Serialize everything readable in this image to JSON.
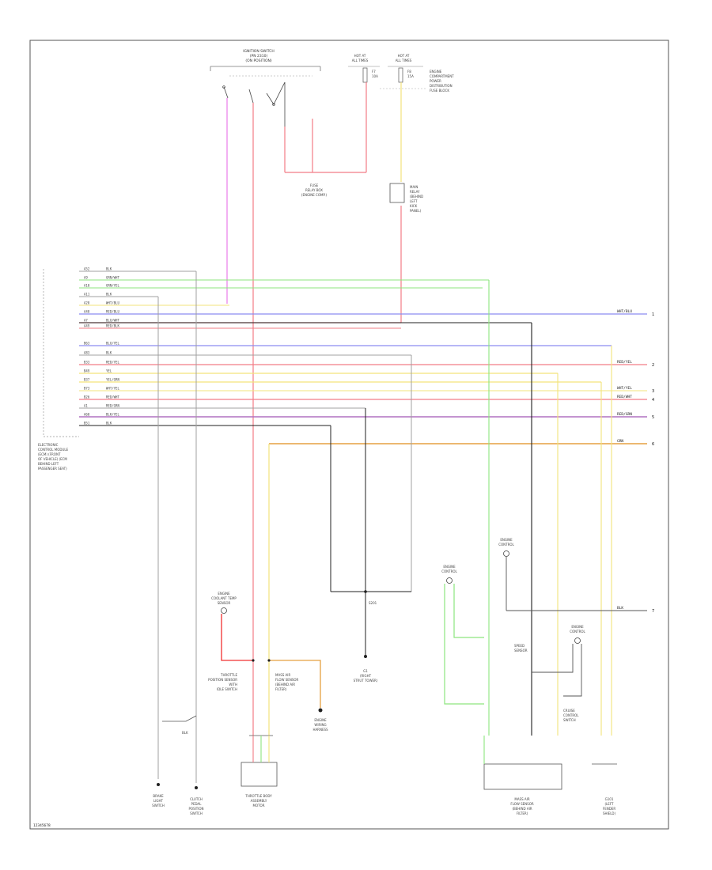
{
  "diagram_code": "12345678",
  "colors": {
    "blk": "#202020",
    "grn": "#8de57e",
    "red": "#f27c86",
    "blu": "#8c8cf0",
    "yel": "#f3e37b",
    "pnk": "#e87ce8",
    "org": "#e5a040",
    "vio": "#b070c0",
    "gry": "#a0a0a0"
  },
  "labels": {
    "ignition_switch": [
      "IGNITION SWITCH",
      "(PN 2310)",
      "(ON POSITION)"
    ],
    "ecu": [
      "ELECTRONIC",
      "CONTROL MODULE",
      "(ECM) (FRONT",
      "OF VEHICLE) (ECM",
      "BEHIND LEFT",
      "PASSENGER SEAT)"
    ],
    "fuse_block": [
      "FUSE",
      "RELAY BOX",
      "(ENGINE COMP.)"
    ],
    "fuse_top_left": [
      "HOT AT",
      "ALL TIMES",
      "F7",
      "10A"
    ],
    "fuse_top_right": [
      "HOT AT",
      "ALL TIMES",
      "F8",
      "15A"
    ],
    "fuse_note": [
      "ENGINE",
      "COMPARTMENT",
      "POWER",
      "DISTRIBUTION",
      "FUSE BLOCK"
    ],
    "relay": [
      "MAIN",
      "RELAY",
      "(BEHIND",
      "LEFT",
      "KICK",
      "PANEL)"
    ],
    "splice": "S201",
    "ground_g1": [
      "G1",
      "(RIGHT",
      "STRUT TOWER)"
    ],
    "ground_g2": [
      "G101",
      "(LEFT",
      "FENDER",
      "SHIELD)"
    ],
    "sensor_left": [
      "ENGINE",
      "COOLANT TEMP",
      "SENSOR"
    ],
    "sensor_center": [
      "ENGINE",
      "WIRING",
      "HARNESS"
    ],
    "sensor_right_a": [
      "ENGINE",
      "CONTROL"
    ],
    "sensor_right_b": [
      "ENGINE",
      "CONTROL"
    ],
    "sensor_right_c": [
      "ENGINE",
      "CONTROL"
    ],
    "throttle": [
      "THROTTLE",
      "POSITION SENSOR",
      "WITH",
      "IDLE SWITCH"
    ],
    "throttle_body": [
      "THROTTLE BODY",
      "ASSEMBLY",
      "MOTOR"
    ],
    "mass_air": [
      "MASS AIR",
      "FLOW SENSOR",
      "(BEHIND AIR",
      "FILTER)"
    ],
    "brake_light": [
      "BRAKE",
      "LIGHT",
      "SWITCH"
    ],
    "clutch": [
      "CLUTCH",
      "PEDAL",
      "POSITION",
      "SWITCH"
    ],
    "speed_sensor": [
      "SPEED",
      "SENSOR"
    ],
    "cruise": [
      "CRUISE",
      "CONTROL",
      "SWITCH"
    ]
  },
  "ecu_pins": [
    "A52",
    "A9",
    "A10",
    "A11",
    "A28",
    "A48",
    "A7",
    "A49",
    "B63",
    "A83",
    "B33",
    "B49",
    "B37",
    "B73",
    "B26",
    "A1",
    "A60",
    "B51"
  ],
  "wire_codes": [
    "BLK",
    "GRN/WHT",
    "GRN/YEL",
    "BLK",
    "WHT/BLU",
    "RED/BLU",
    "BLU/WHT",
    "RED/BLK",
    "BLU/YEL",
    "BLK",
    "RED/YEL",
    "YEL",
    "YEL/GRN",
    "WHT/YEL",
    "RED/WHT",
    "RED/GRN",
    "BLK/YEL",
    "BLK"
  ],
  "right_ends": [
    {
      "code": "WHT/BLU",
      "idx": "1"
    },
    {
      "code": "RED/YEL",
      "idx": "2"
    },
    {
      "code": "WHT/YEL",
      "idx": "3"
    },
    {
      "code": "RED/WHT",
      "idx": "4"
    },
    {
      "code": "RED/GRN",
      "idx": "5"
    },
    {
      "code": "GRN",
      "idx": "6"
    },
    {
      "code": "BLK",
      "idx": "7"
    }
  ]
}
